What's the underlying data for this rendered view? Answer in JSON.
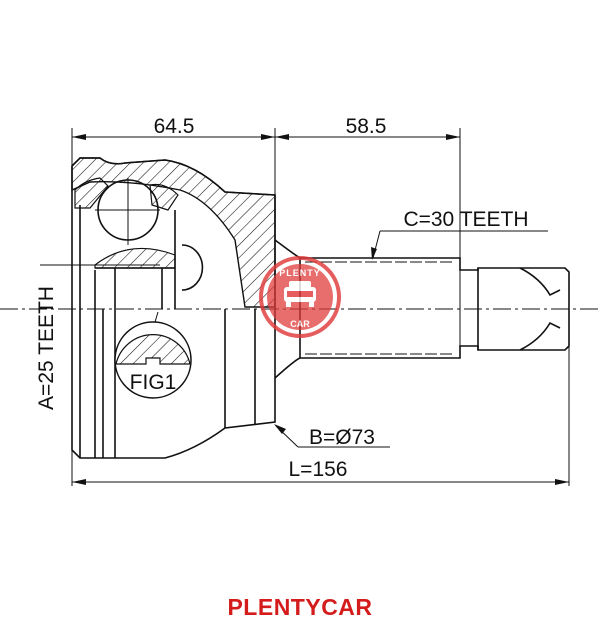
{
  "drawing": {
    "dim_left_length": "64.5",
    "dim_right_length": "58.5",
    "outer_spline": "C=30 TEETH",
    "inner_spline": "A=25 TEETH",
    "abs_ring": "B=Ø73",
    "total_length": "L=156",
    "detail_label": "FIG1"
  },
  "watermark": {
    "top_text": "PLENTY",
    "bottom_text": "CAR",
    "color": "#e03a3a"
  },
  "brand": {
    "label": "PLENTYCAR",
    "color": "#d41c1c"
  }
}
